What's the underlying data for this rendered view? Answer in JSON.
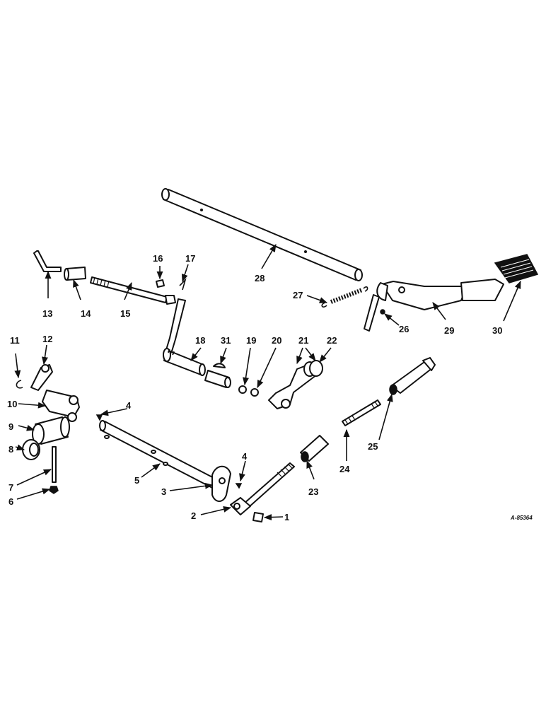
{
  "reference_code": "A-85364",
  "callouts": [
    "1",
    "2",
    "3",
    "4",
    "4",
    "5",
    "6",
    "7",
    "8",
    "9",
    "10",
    "11",
    "12",
    "13",
    "14",
    "15",
    "16",
    "17",
    "18",
    "19",
    "20",
    "21",
    "22",
    "23",
    "24",
    "25",
    "26",
    "27",
    "28",
    "29",
    "30",
    "31"
  ]
}
